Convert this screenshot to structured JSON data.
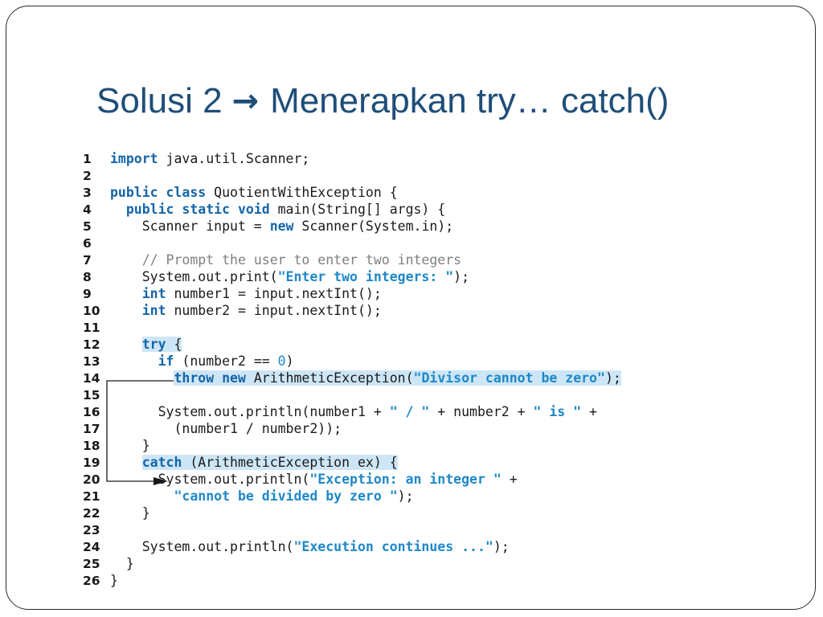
{
  "slide": {
    "title_prefix": "Solusi 2",
    "title_arrow": "→",
    "title_suffix": "Menerapkan try… catch()"
  },
  "code": {
    "line_numbers": [
      "1",
      "2",
      "3",
      "4",
      "5",
      "6",
      "7",
      "8",
      "9",
      "10",
      "11",
      "12",
      "13",
      "14",
      "15",
      "16",
      "17",
      "18",
      "19",
      "20",
      "21",
      "22",
      "23",
      "24",
      "25",
      "26"
    ],
    "lines": [
      [
        {
          "t": "import",
          "c": "kw"
        },
        {
          "t": " java.util.Scanner;"
        }
      ],
      [],
      [
        {
          "t": "public class",
          "c": "kw"
        },
        {
          "t": " QuotientWithException {"
        }
      ],
      [
        {
          "t": "  "
        },
        {
          "t": "public static void",
          "c": "kw"
        },
        {
          "t": " main(String[] args) {"
        }
      ],
      [
        {
          "t": "    Scanner input = "
        },
        {
          "t": "new",
          "c": "kw"
        },
        {
          "t": " Scanner(System.in);"
        }
      ],
      [],
      [
        {
          "t": "    "
        },
        {
          "t": "// Prompt the user to enter two integers",
          "c": "cm"
        }
      ],
      [
        {
          "t": "    System.out.print("
        },
        {
          "t": "\"Enter two integers: \"",
          "c": "str"
        },
        {
          "t": ");"
        }
      ],
      [
        {
          "t": "    "
        },
        {
          "t": "int",
          "c": "kw"
        },
        {
          "t": " number1 = input.nextInt();"
        }
      ],
      [
        {
          "t": "    "
        },
        {
          "t": "int",
          "c": "kw"
        },
        {
          "t": " number2 = input.nextInt();"
        }
      ],
      [],
      [
        {
          "t": "    "
        },
        {
          "t": "try",
          "c": "kw hl"
        },
        {
          "t": " {",
          "c": "hl"
        }
      ],
      [
        {
          "t": "      "
        },
        {
          "t": "if",
          "c": "kw"
        },
        {
          "t": " (number2 == "
        },
        {
          "t": "0",
          "c": "num"
        },
        {
          "t": ")"
        }
      ],
      [
        {
          "t": "        "
        },
        {
          "t": "throw new",
          "c": "kw hl"
        },
        {
          "t": " ArithmeticException(",
          "c": "hl"
        },
        {
          "t": "\"Divisor cannot be zero\"",
          "c": "str hl"
        },
        {
          "t": ");",
          "c": "hl"
        }
      ],
      [],
      [
        {
          "t": "      System.out.println(number1 + "
        },
        {
          "t": "\" / \"",
          "c": "str"
        },
        {
          "t": " + number2 + "
        },
        {
          "t": "\" is \"",
          "c": "str"
        },
        {
          "t": " +"
        }
      ],
      [
        {
          "t": "        (number1 / number2));"
        }
      ],
      [
        {
          "t": "    }"
        }
      ],
      [
        {
          "t": "    "
        },
        {
          "t": "catch",
          "c": "kw hl"
        },
        {
          "t": " (ArithmeticException ex) {",
          "c": "hl"
        }
      ],
      [
        {
          "t": "      System.out.println("
        },
        {
          "t": "\"Exception: an integer \"",
          "c": "str"
        },
        {
          "t": " +"
        }
      ],
      [
        {
          "t": "        "
        },
        {
          "t": "\"cannot be divided by zero \"",
          "c": "str"
        },
        {
          "t": ");"
        }
      ],
      [
        {
          "t": "    }"
        }
      ],
      [],
      [
        {
          "t": "    System.out.println("
        },
        {
          "t": "\"Execution continues ...\"",
          "c": "str"
        },
        {
          "t": ");"
        }
      ],
      [
        {
          "t": "  }"
        }
      ],
      [
        {
          "t": "}"
        }
      ]
    ]
  }
}
